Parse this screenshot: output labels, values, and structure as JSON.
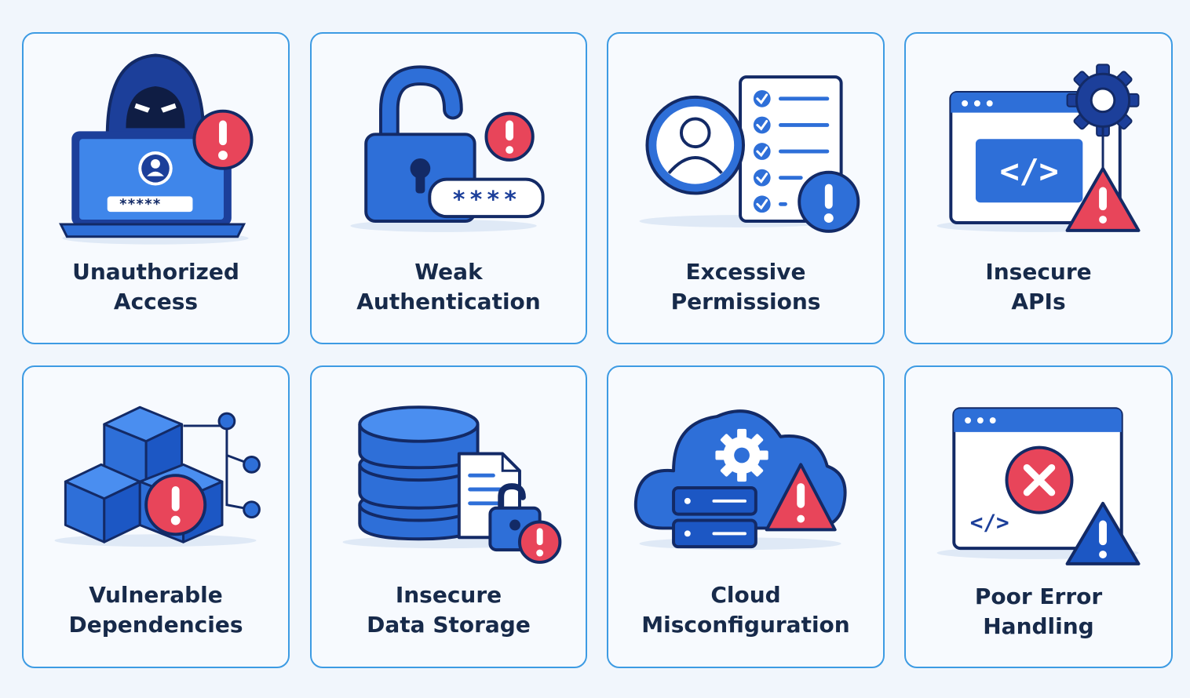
{
  "colors": {
    "border": "#3d9be3",
    "blue": "#2e6fd8",
    "dark_blue": "#1c3f9a",
    "navy": "#132a66",
    "alert_red": "#e8455a",
    "caption_text": "#172a4a"
  },
  "cards": [
    {
      "lines": [
        "Unauthorized",
        "Access"
      ],
      "icon": "hacker-laptop-icon"
    },
    {
      "lines": [
        "Weak",
        "Authentication"
      ],
      "icon": "open-padlock-icon"
    },
    {
      "lines": [
        "Excessive",
        "Permissions"
      ],
      "icon": "user-permissions-icon"
    },
    {
      "lines": [
        "Insecure",
        "APIs"
      ],
      "icon": "api-window-icon"
    },
    {
      "lines": [
        "Vulnerable",
        "Dependencies"
      ],
      "icon": "dependency-cubes-icon"
    },
    {
      "lines": [
        "Insecure",
        "Data Storage"
      ],
      "icon": "database-icon"
    },
    {
      "lines": [
        "Cloud",
        "Misconfiguration"
      ],
      "icon": "cloud-server-icon"
    },
    {
      "lines": [
        "Poor Error",
        "Handling"
      ],
      "icon": "error-window-icon"
    }
  ],
  "illustrations": {
    "password_mask": "*****",
    "pin_mask": "****",
    "code_tag": "</>"
  }
}
